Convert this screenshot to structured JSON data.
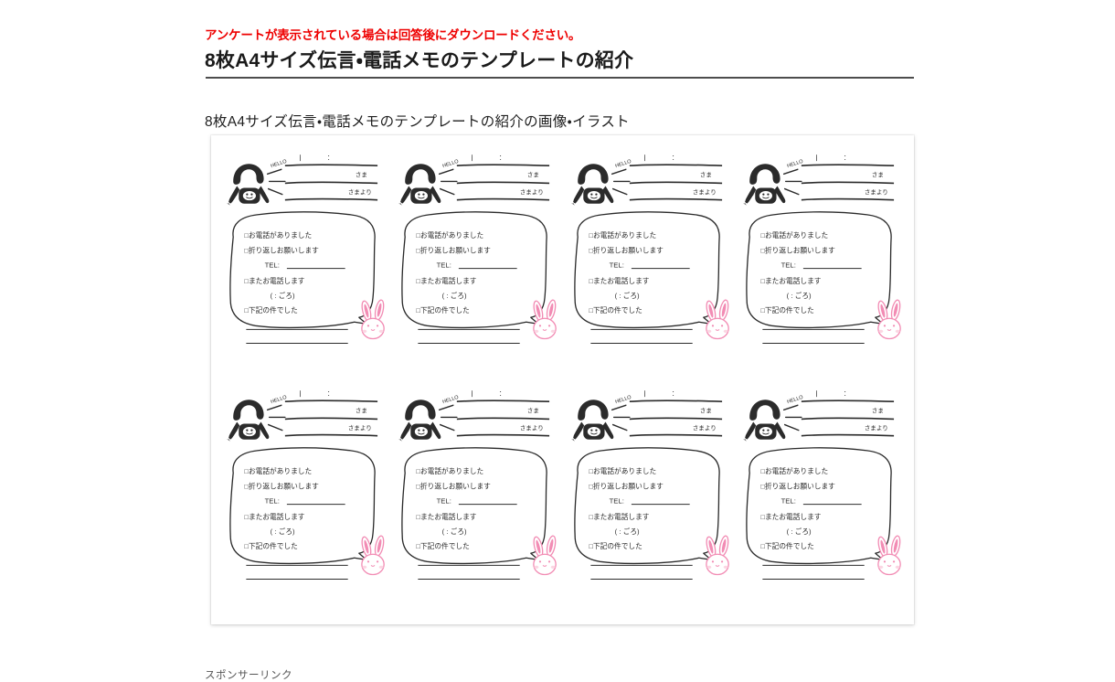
{
  "header": {
    "notice": "アンケートが表示されている場合は回答後にダウンロードください。",
    "title": "8枚A4サイズ伝言・電話メモのテンプレートの紹介"
  },
  "main": {
    "section_heading": "8枚A4サイズ伝言・電話メモのテンプレートの紹介の画像・イラスト"
  },
  "footer": {
    "sponsor_label": "スポンサーリンク"
  },
  "colors": {
    "notice_red": "#ee0000",
    "title_black": "#1a1a1a",
    "rule_gray": "#4d4d4d",
    "bunny_pink": "#f28cb4",
    "ink": "#2b2b2b",
    "card_white": "#ffffff",
    "page_background": "#ffffff"
  },
  "memo_template": {
    "count": 8,
    "rows": 2,
    "columns": 4,
    "phone_icon": "telephone-icon",
    "phone_sound_text": "HELLO",
    "bunny_icon": "bunny-face-icon",
    "header_fields": {
      "date_separator": "/",
      "time_separator": ":",
      "recipient_suffix": "さま",
      "sender_suffix": "さまより"
    },
    "checkboxes": [
      "□お電話がありました",
      "□折り返しお願いします",
      "□またお電話します",
      "□下記の件でした"
    ],
    "tel_label": "TEL:",
    "time_note": "(    :      ごろ)",
    "blank_lines": 2
  }
}
